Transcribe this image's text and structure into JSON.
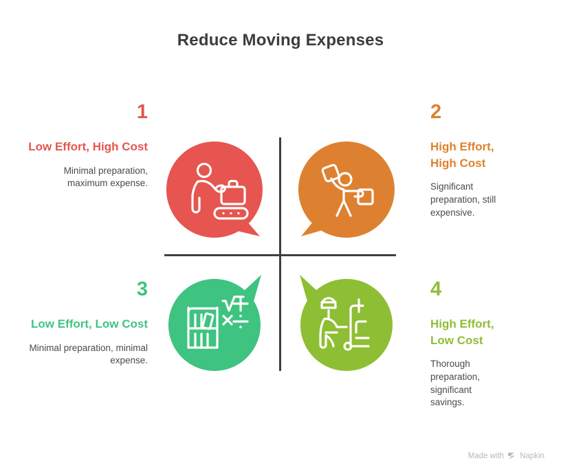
{
  "title": "Reduce Moving Expenses",
  "colors": {
    "red": "#E6554F",
    "orange": "#DD8130",
    "green": "#3FC380",
    "yellow_green": "#8EBE33",
    "divider": "#3F3F3F",
    "title_text": "#3C3C3C",
    "body_text": "#4A4A4A",
    "watermark": "#B9B9B9"
  },
  "quadrants": [
    {
      "number": "1",
      "heading": "Low Effort, High Cost",
      "description": "Minimal preparation, maximum expense.",
      "color": "#E6554F",
      "icon": "person-luggage-conveyor-icon",
      "align": "right",
      "bubble_tail": "bottom-right"
    },
    {
      "number": "2",
      "heading": "High Effort, High Cost",
      "description": "Significant preparation, still expensive.",
      "color": "#DD8130",
      "icon": "person-carrying-boxes-icon",
      "align": "left",
      "bubble_tail": "bottom-left"
    },
    {
      "number": "3",
      "heading": "Low Effort, Low Cost",
      "description": "Minimal preparation, minimal expense.",
      "color": "#3FC380",
      "icon": "bookshelf-math-symbols-icon",
      "align": "right",
      "bubble_tail": "top-right"
    },
    {
      "number": "4",
      "heading": "High Effort, Low Cost",
      "description": "Thorough preparation, significant savings.",
      "color": "#8EBE33",
      "icon": "worker-hand-truck-icon",
      "align": "left",
      "bubble_tail": "top-left"
    }
  ],
  "footer": {
    "made_with": "Made with",
    "brand": "Napkin",
    "logo_icon": "napkin-logo-icon"
  }
}
